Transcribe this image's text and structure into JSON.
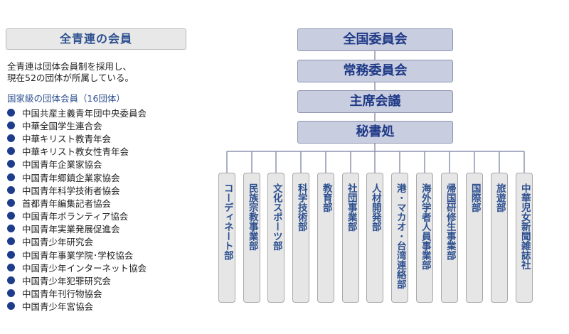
{
  "members_panel": {
    "title": "全青連の会員",
    "intro_line1": "全青連は団体会員制を採用し、",
    "intro_line2": "現在52の団体が所属している。",
    "subhead": "国家級の団体会員（16団体）",
    "members": [
      "中国共産主義青年団中央委員会",
      "中華全国学生連合会",
      "中華キリスト教青年会",
      "中華キリスト教女性青年会",
      "中国青年企業家協会",
      "中国青年郷鎮企業家協会",
      "中国青年科学技術者協会",
      "首都青年編集記者協会",
      "中国青年ボランティア協会",
      "中国青年実業発展促進会",
      "中国青少年研究会",
      "中国青年事業学院･学校協会",
      "中国青少年インターネット協会",
      "中国青少年犯罪研究会",
      "中国青年刊行物協会",
      "中国青少年宮協会"
    ]
  },
  "org_chart": {
    "levels": [
      "全国委員会",
      "常務委員会",
      "主席会議",
      "秘書処"
    ],
    "departments": [
      "コーディネート部",
      "民族宗教事業部",
      "文化スポーツ部",
      "科学技術部",
      "教育部",
      "社団事業部",
      "人材開発部",
      "港･マカオ･台湾連絡部",
      "海外学者人員事業部",
      "帰国研修生事業部",
      "国際部",
      "旅遊部",
      "中華児女新聞雑誌社"
    ]
  },
  "colors": {
    "accent_blue": "#1f3a86",
    "level_box_fill": "#c9cde0",
    "dept_box_fill": "#e6e6e6",
    "bullet": "#1e3c8c"
  }
}
